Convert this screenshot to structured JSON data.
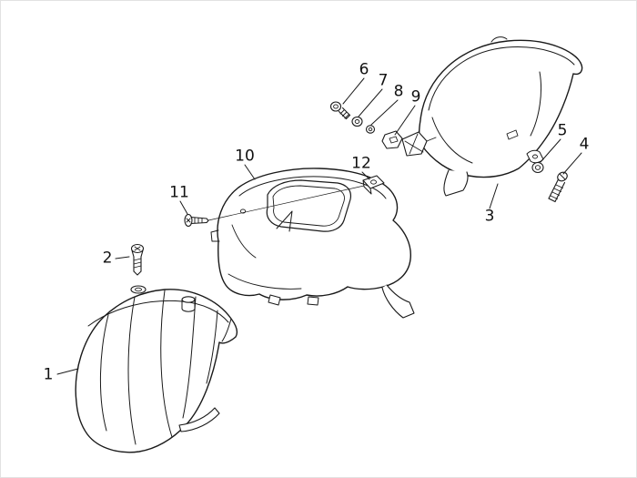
{
  "figure": {
    "kind": "exploded-parts-diagram",
    "background_color": "#ffffff",
    "line_color": "#1a1a1a",
    "callouts": [
      {
        "label": "1"
      },
      {
        "label": "2"
      },
      {
        "label": "3"
      },
      {
        "label": "4"
      },
      {
        "label": "5"
      },
      {
        "label": "6"
      },
      {
        "label": "7"
      },
      {
        "label": "8"
      },
      {
        "label": "9"
      },
      {
        "label": "10"
      },
      {
        "label": "11"
      },
      {
        "label": "12"
      }
    ]
  }
}
